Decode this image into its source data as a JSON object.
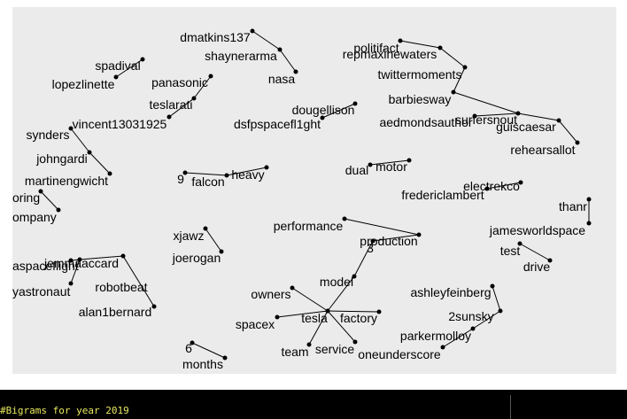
{
  "console": {
    "text": "#Bigrams for year 2019",
    "text_color": "#e8e860",
    "background": "#000000"
  },
  "chart_data": {
    "type": "network",
    "title": "",
    "panel_background": "#ebebeb",
    "edge_color": "#000000",
    "node_color": "#000000",
    "nodes": [
      {
        "id": "dmatkins137",
        "label": "dmatkins137"
      },
      {
        "id": "shaynerarma",
        "label": "shaynerarma"
      },
      {
        "id": "nasa",
        "label": "nasa"
      },
      {
        "id": "spadival",
        "label": "spadival"
      },
      {
        "id": "lopezlinette",
        "label": "lopezlinette"
      },
      {
        "id": "panasonic",
        "label": "panasonic"
      },
      {
        "id": "teslarati",
        "label": "teslarati"
      },
      {
        "id": "vincent13031925",
        "label": "vincent13031925"
      },
      {
        "id": "politifact",
        "label": "politifact"
      },
      {
        "id": "repmaxinewaters",
        "label": "repmaxinewaters"
      },
      {
        "id": "twittermoments",
        "label": "twittermoments"
      },
      {
        "id": "barbiesway",
        "label": "barbiesway"
      },
      {
        "id": "dougellison",
        "label": "dougellison"
      },
      {
        "id": "dsfpspacefl1ght",
        "label": "dsfpspacefl1ght"
      },
      {
        "id": "aedmondsauthor",
        "label": "aedmondsauthor"
      },
      {
        "id": "surfersnout",
        "label": "surfersnout"
      },
      {
        "id": "guiscaesar",
        "label": "guiscaesar"
      },
      {
        "id": "rehearsallot",
        "label": "rehearsallot"
      },
      {
        "id": "synders",
        "label": "synders"
      },
      {
        "id": "johngardi",
        "label": "johngardi"
      },
      {
        "id": "martinengwicht",
        "label": "martinengwicht"
      },
      {
        "id": "nine",
        "label": "9"
      },
      {
        "id": "falcon",
        "label": "falcon"
      },
      {
        "id": "heavy",
        "label": "heavy"
      },
      {
        "id": "dual",
        "label": "dual"
      },
      {
        "id": "motor",
        "label": "motor"
      },
      {
        "id": "electrekco",
        "label": "electrekco"
      },
      {
        "id": "fredericlambert",
        "label": "fredericlambert"
      },
      {
        "id": "thanr",
        "label": "thanr"
      },
      {
        "id": "jamesworldspace",
        "label": "jamesworldspace"
      },
      {
        "id": "oring",
        "label": "oring"
      },
      {
        "id": "ompany",
        "label": "ompany"
      },
      {
        "id": "xjawz",
        "label": "xjawz"
      },
      {
        "id": "joerogan",
        "label": "joerogan"
      },
      {
        "id": "performance",
        "label": "performance"
      },
      {
        "id": "production",
        "label": "production"
      },
      {
        "id": "three",
        "label": "3"
      },
      {
        "id": "test",
        "label": "test"
      },
      {
        "id": "drive",
        "label": "drive"
      },
      {
        "id": "aspaceflight",
        "label": "aspaceflight"
      },
      {
        "id": "jemmaaccard",
        "label": "jemmaaccard"
      },
      {
        "id": "yastronaut",
        "label": "yastronaut"
      },
      {
        "id": "robotbeat",
        "label": "robotbeat"
      },
      {
        "id": "alan1bernard",
        "label": "alan1bernard"
      },
      {
        "id": "model",
        "label": "model"
      },
      {
        "id": "owners",
        "label": "owners"
      },
      {
        "id": "tesla",
        "label": "tesla"
      },
      {
        "id": "factory",
        "label": "factory"
      },
      {
        "id": "spacex",
        "label": "spacex"
      },
      {
        "id": "team",
        "label": "team"
      },
      {
        "id": "service",
        "label": "service"
      },
      {
        "id": "oneunderscore",
        "label": "oneunderscore"
      },
      {
        "id": "ashleyfeinberg",
        "label": "ashleyfeinberg"
      },
      {
        "id": "twosunsky",
        "label": "2sunsky"
      },
      {
        "id": "parkermolloy",
        "label": "parkermolloy"
      },
      {
        "id": "six",
        "label": "6"
      },
      {
        "id": "months",
        "label": "months"
      }
    ],
    "edges": [
      [
        "dmatkins137",
        "shaynerarma"
      ],
      [
        "shaynerarma",
        "nasa"
      ],
      [
        "spadival",
        "lopezlinette"
      ],
      [
        "panasonic",
        "teslarati"
      ],
      [
        "teslarati",
        "vincent13031925"
      ],
      [
        "politifact",
        "repmaxinewaters"
      ],
      [
        "repmaxinewaters",
        "twittermoments"
      ],
      [
        "twittermoments",
        "barbiesway"
      ],
      [
        "barbiesway",
        "surfersnout"
      ],
      [
        "aedmondsauthor",
        "surfersnout"
      ],
      [
        "surfersnout",
        "guiscaesar"
      ],
      [
        "guiscaesar",
        "rehearsallot"
      ],
      [
        "dougellison",
        "dsfpspacefl1ght"
      ],
      [
        "synders",
        "johngardi"
      ],
      [
        "johngardi",
        "martinengwicht"
      ],
      [
        "nine",
        "falcon"
      ],
      [
        "falcon",
        "heavy"
      ],
      [
        "dual",
        "motor"
      ],
      [
        "electrekco",
        "fredericlambert"
      ],
      [
        "thanr",
        "jamesworldspace"
      ],
      [
        "oring",
        "ompany"
      ],
      [
        "xjawz",
        "joerogan"
      ],
      [
        "performance",
        "production"
      ],
      [
        "production",
        "three"
      ],
      [
        "three",
        "model"
      ],
      [
        "test",
        "drive"
      ],
      [
        "aspaceflight",
        "jemmaaccard"
      ],
      [
        "jemmaaccard",
        "yastronaut"
      ],
      [
        "jemmaaccard",
        "robotbeat"
      ],
      [
        "robotbeat",
        "alan1bernard"
      ],
      [
        "model",
        "tesla"
      ],
      [
        "owners",
        "tesla"
      ],
      [
        "tesla",
        "factory"
      ],
      [
        "spacex",
        "tesla"
      ],
      [
        "tesla",
        "team"
      ],
      [
        "tesla",
        "service"
      ],
      [
        "ashleyfeinberg",
        "twosunsky"
      ],
      [
        "twosunsky",
        "parkermolloy"
      ],
      [
        "parkermolloy",
        "oneunderscore"
      ],
      [
        "six",
        "months"
      ]
    ]
  }
}
